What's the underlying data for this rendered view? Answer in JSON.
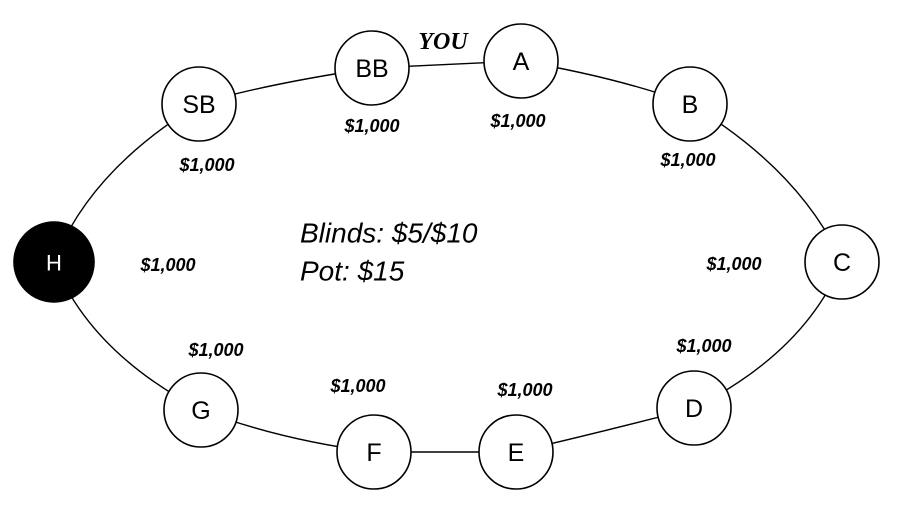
{
  "table": {
    "info": {
      "blinds": "Blinds: $5/$10",
      "pot": "Pot: $15"
    },
    "you_label": "YOU",
    "colors": {
      "line": "#000000",
      "seat_fill": "#ffffff",
      "dealer_fill": "#000000"
    },
    "seats": [
      {
        "label": "SB",
        "stack": "$1,000"
      },
      {
        "label": "BB",
        "stack": "$1,000"
      },
      {
        "label": "A",
        "stack": "$1,000"
      },
      {
        "label": "B",
        "stack": "$1,000"
      },
      {
        "label": "C",
        "stack": "$1,000"
      },
      {
        "label": "D",
        "stack": "$1,000"
      },
      {
        "label": "E",
        "stack": "$1,000"
      },
      {
        "label": "F",
        "stack": "$1,000"
      },
      {
        "label": "G",
        "stack": "$1,000"
      },
      {
        "label": "H",
        "stack": "$1,000"
      }
    ]
  }
}
